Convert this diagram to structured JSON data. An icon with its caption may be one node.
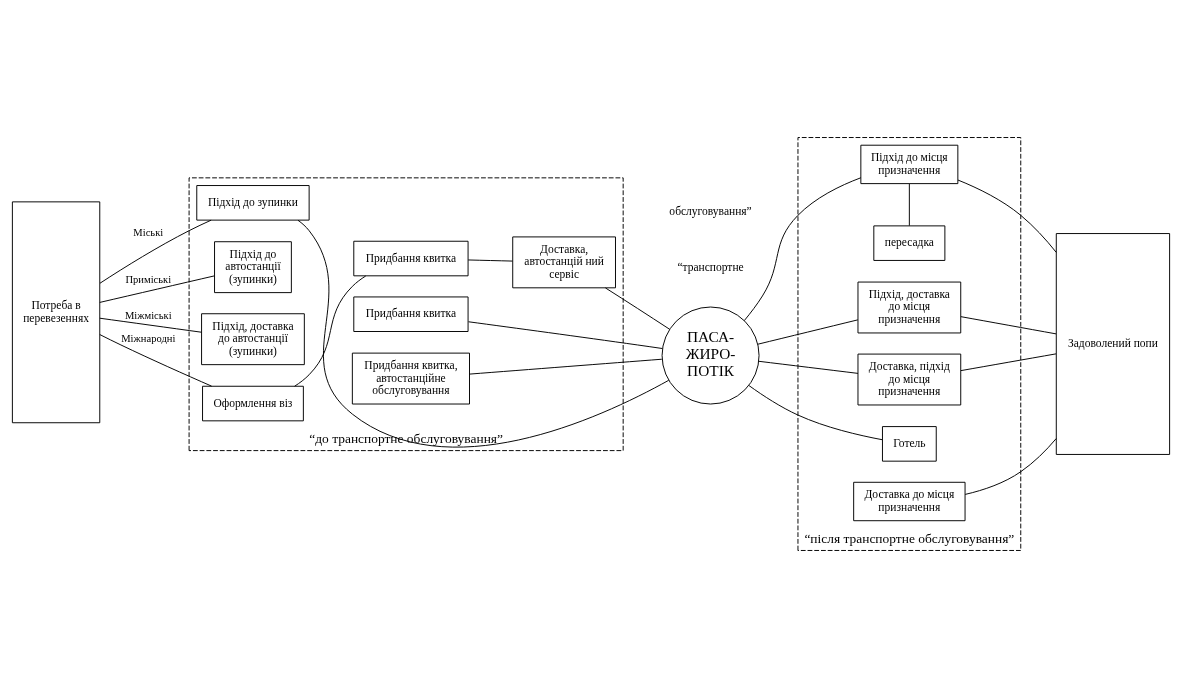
{
  "diagram": {
    "nodes": [
      {
        "text": [
          "Потреба в перевезеннях"
        ]
      },
      {
        "text": [
          "“до транспортне обслуговування”"
        ]
      },
      {
        "text": [
          "Підхід до зупинки"
        ],
        "in": 1
      },
      {
        "text": [
          "Підхід до автостанції (зупинки)"
        ],
        "in": 1
      },
      {
        "text": [
          "Придбання квитка"
        ],
        "in": 1
      },
      {
        "text": [
          "Підхід, доставка до автостанції (зупинки)"
        ],
        "in": 1
      },
      {
        "text": [
          "Придбання квитка, автостанційне обслуговування"
        ],
        "in": 1
      },
      {
        "text": [
          "Оформлення віз"
        ],
        "in": 1
      },
      {
        "text": [
          "Придбання квитка"
        ],
        "in": 1
      },
      {
        "text": [
          "Доставка, автостанцій ний сервіс"
        ],
        "in": 1
      },
      {
        "text": [
          "ПАСА- ЖИРО- ПОТІК"
        ]
      },
      {
        "text": [
          "“після транспортне обслуговування”"
        ]
      },
      {
        "text": [
          "пересадка"
        ],
        "in": 11
      },
      {
        "text": [
          "Підхід до місця призначення"
        ],
        "in": 11
      },
      {
        "text": [
          "Підхід, доставка до місця призначення"
        ],
        "in": 11
      },
      {
        "text": [
          "Доставка, підхід до місця призначення"
        ],
        "in": 11
      },
      {
        "text": [
          "Готель"
        ],
        "in": 11
      },
      {
        "text": [
          "Доставка до місця призначення"
        ],
        "in": 11
      },
      {
        "text": [
          "Задоволений попи"
        ]
      }
    ],
    "edges": [
      {
        "from": 0,
        "to": 2,
        "arrow": "none",
        "label": "Міські"
      },
      {
        "from": 2,
        "to": 10,
        "arrow": "none"
      },
      {
        "from": 0,
        "to": 3,
        "arrow": "none",
        "label": "Приміські"
      },
      {
        "from": 4,
        "to": 10,
        "arrow": "none"
      },
      {
        "from": 0,
        "to": 5,
        "arrow": "none",
        "label": "Міжміські"
      },
      {
        "from": 6,
        "to": 10,
        "arrow": "none"
      },
      {
        "from": 0,
        "to": 7,
        "arrow": "none",
        "label": "Міжнародні"
      },
      {
        "from": 7,
        "to": 8,
        "arrow": "none"
      },
      {
        "from": 8,
        "to": 9,
        "arrow": "none"
      },
      {
        "from": 9,
        "to": 10,
        "arrow": "none"
      },
      {
        "from": 10,
        "to": 13,
        "arrow": "none"
      },
      {
        "from": 12,
        "to": 13,
        "arrow": "none"
      },
      {
        "from": 10,
        "to": 14,
        "arrow": "none"
      },
      {
        "from": 10,
        "to": 15,
        "arrow": "none"
      },
      {
        "from": 10,
        "to": 16,
        "arrow": "none"
      },
      {
        "from": 13,
        "to": 18,
        "arrow": "none"
      },
      {
        "from": 14,
        "to": 18,
        "arrow": "none"
      },
      {
        "from": 15,
        "to": 18,
        "arrow": "none"
      },
      {
        "from": 17,
        "to": 18,
        "arrow": "none"
      }
    ],
    "labels": [
      "“транспортне",
      "обслуговування”"
    ]
  }
}
